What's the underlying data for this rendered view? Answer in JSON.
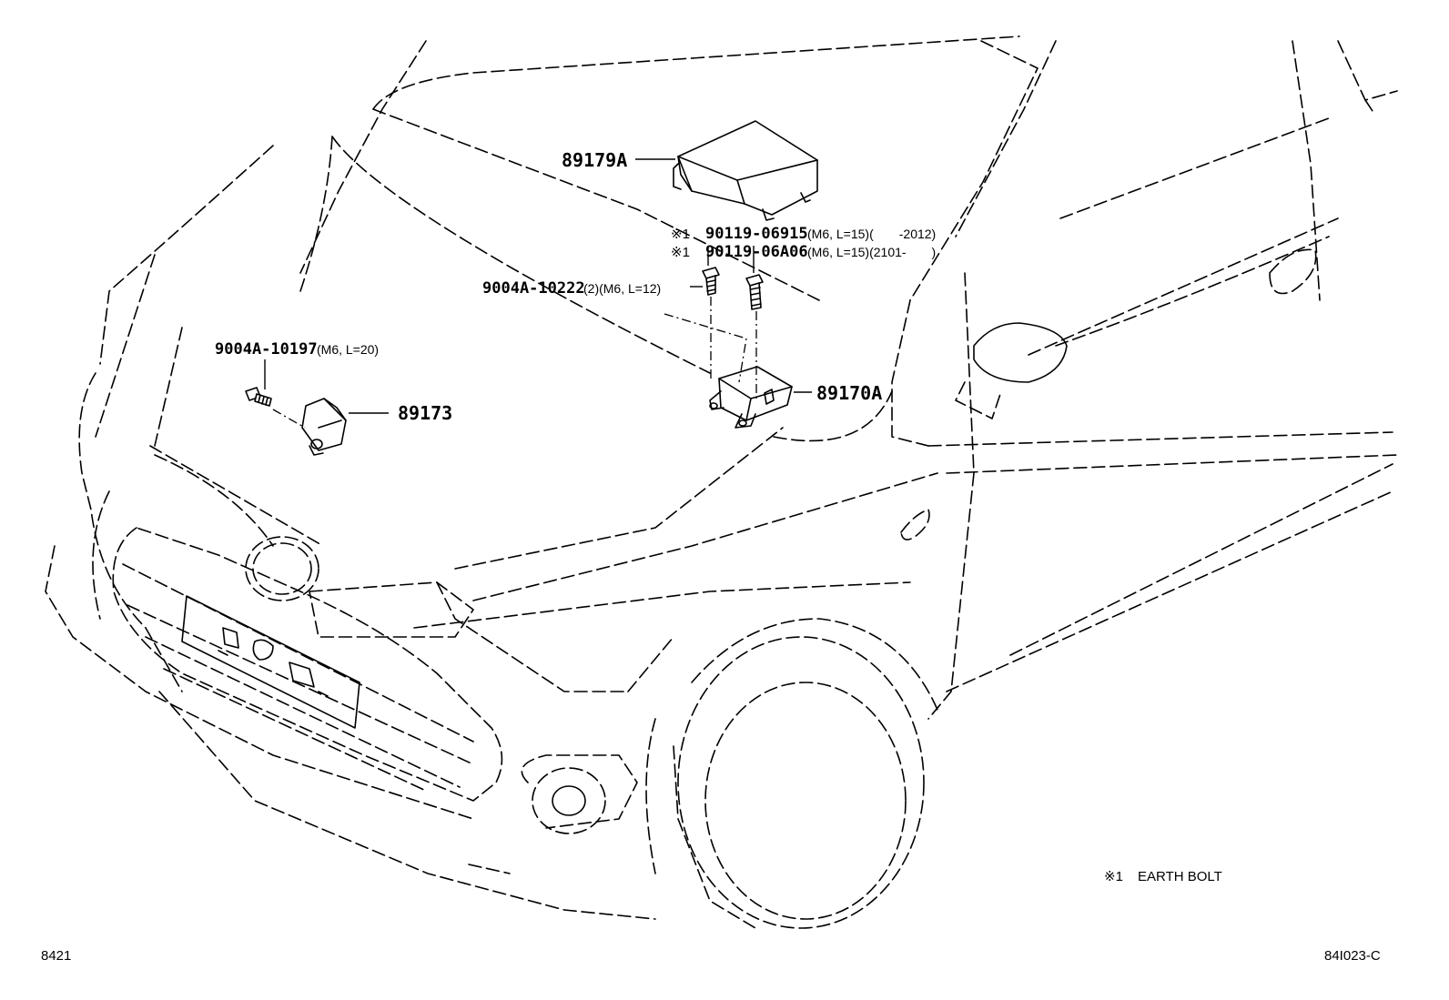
{
  "parts": {
    "cover": {
      "number": "89179A"
    },
    "earth_bolt_1": {
      "mark": "※1",
      "number": "90119-06915",
      "spec": "(M6, L=15)(　　-2012)"
    },
    "earth_bolt_2": {
      "mark": "※1",
      "number": "90119-06A06",
      "spec": "(M6, L=15)(2101-　　)"
    },
    "mount_bolt": {
      "number": "9004A-10222",
      "spec": "(2)(M6, L=12)"
    },
    "sensor_bolt": {
      "number": "9004A-10197",
      "spec": "(M6, L=20)"
    },
    "sensor": {
      "number": "89173"
    },
    "ecu": {
      "number": "89170A"
    }
  },
  "note": {
    "mark": "※1",
    "text": "EARTH BOLT"
  },
  "footer": {
    "left_code": "8421",
    "right_code": "84I023-C"
  }
}
